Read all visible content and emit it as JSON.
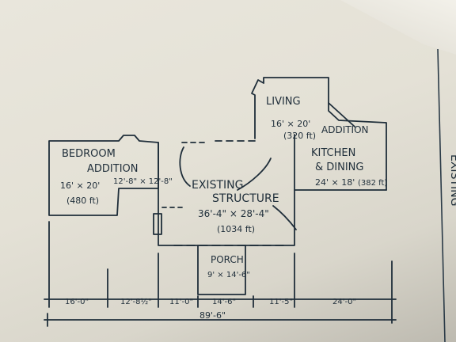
{
  "rooms": {
    "bedroom": {
      "name_line1": "BEDROOM",
      "name_line2": "ADDITION",
      "size": "16' × 20'",
      "area": "(480 ft)"
    },
    "bedroom_sub": {
      "size": "12'-8\" × 12'-8\""
    },
    "living": {
      "name": "LIVING",
      "size": "16' × 20'",
      "area": "(320 ft)"
    },
    "addition": {
      "name": "ADDITION"
    },
    "kitchen": {
      "name_line1": "KITCHEN",
      "name_line2": "& DINING",
      "size": "24' × 18'",
      "area": "(382 ft)"
    },
    "existing": {
      "name_line1": "EXISTING",
      "name_line2": "STRUCTURE",
      "size": "36'-4\" × 28'-4\"",
      "area": "(1034 ft)"
    },
    "porch": {
      "name": "PORCH",
      "size": "9' × 14'-6\""
    }
  },
  "dimensions": {
    "segments": [
      "16'-0\"",
      "12'-8½\"",
      "11'-0\"",
      "14'-6\"",
      "11'-5\"",
      "24'-0\""
    ],
    "total": "89'-6\""
  },
  "margin_title": "EXISTING"
}
